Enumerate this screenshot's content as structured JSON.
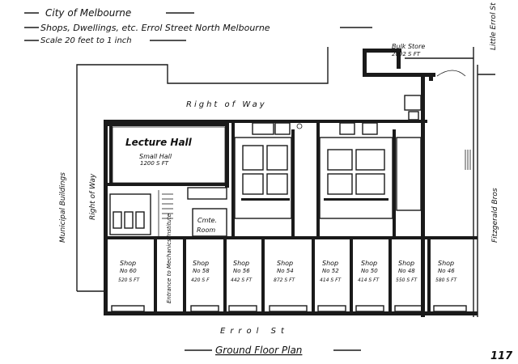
{
  "title_block": {
    "line1": "City of Melbourne",
    "line2": "Shops, Dwellings, etc. Errol Street North Melbourne",
    "line3": "Scale 20 feet to 1 inch"
  },
  "streets": {
    "right_of_way_top": "Right of Way",
    "right_of_way_left": "Right of Way",
    "municipal_buildings": "Municipal Buildings",
    "errol_st": "Errol St",
    "little_errol_st": "Little Errol St",
    "fitzgerald_bros": "Fitzgerald Bros"
  },
  "rooms": {
    "lecture_hall": "Lecture Hall",
    "small_hall": "Small Hall",
    "small_hall_area": "1200 S FT",
    "cmte_room_1": "Cmte.",
    "cmte_room_2": "Room",
    "bulk_store": "Bulk Store",
    "bulk_store_area": "2092 S FT",
    "entrance": "Entrance to Mechanics Institute"
  },
  "shops": [
    {
      "name": "Shop",
      "number": "No 60",
      "area": "520 S FT"
    },
    {
      "name": "Shop",
      "number": "No 58",
      "area": "420 S F"
    },
    {
      "name": "Shop",
      "number": "No 56",
      "area": "442 S FT"
    },
    {
      "name": "Shop",
      "number": "No 54",
      "area": "872 S FT"
    },
    {
      "name": "Shop",
      "number": "No 52",
      "area": "414 S FT"
    },
    {
      "name": "Shop",
      "number": "No 50",
      "area": "414 S FT"
    },
    {
      "name": "Shop",
      "number": "No 48",
      "area": "550 S FT"
    },
    {
      "name": "Shop",
      "number": "No 46",
      "area": "580 S FT"
    }
  ],
  "plan_title": "Ground Floor Plan",
  "sheet_number": "117"
}
